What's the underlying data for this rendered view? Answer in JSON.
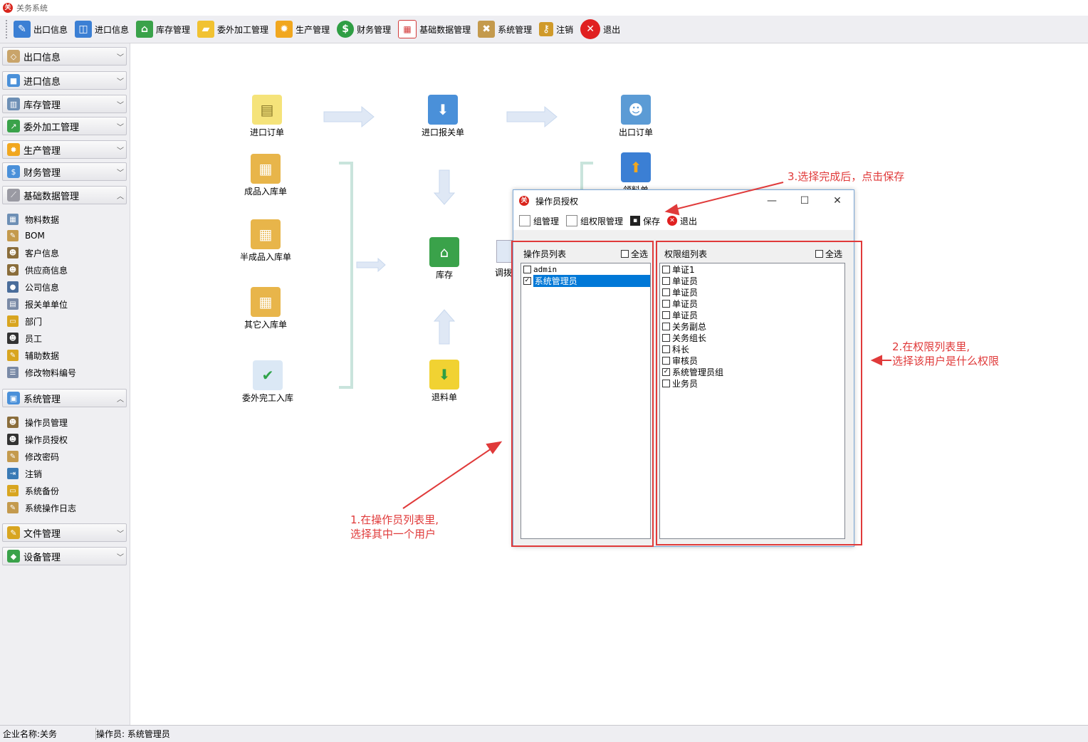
{
  "window": {
    "title": "关务系统"
  },
  "toolbar": {
    "items": [
      {
        "label": "出口信息",
        "icon": "edit-icon",
        "color": "#3b7fd4"
      },
      {
        "label": "进口信息",
        "icon": "basket-icon",
        "color": "#3b7fd4"
      },
      {
        "label": "库存管理",
        "icon": "house-icon",
        "color": "#3aa24a"
      },
      {
        "label": "委外加工管理",
        "icon": "folder-icon",
        "color": "#f1c232"
      },
      {
        "label": "生产管理",
        "icon": "gear-icon",
        "color": "#f1a71f"
      },
      {
        "label": "财务管理",
        "icon": "dollar-icon",
        "color": "#2f9e44"
      },
      {
        "label": "基础数据管理",
        "icon": "calendar-icon",
        "color": "#d33b3b"
      },
      {
        "label": "系统管理",
        "icon": "tools-icon",
        "color": "#c49a4d"
      },
      {
        "label": "注销",
        "icon": "key-icon",
        "color": "#d09a2a"
      },
      {
        "label": "退出",
        "icon": "close-icon",
        "color": "#e02020"
      }
    ]
  },
  "sidebar": {
    "groups": [
      {
        "label": "出口信息",
        "icon": "tag-icon",
        "expanded": false
      },
      {
        "label": "进口信息",
        "icon": "box-icon",
        "expanded": false
      },
      {
        "label": "库存管理",
        "icon": "warehouse-icon",
        "expanded": false
      },
      {
        "label": "委外加工管理",
        "icon": "chart-icon",
        "expanded": false
      },
      {
        "label": "生产管理",
        "icon": "gear-icon",
        "expanded": false
      },
      {
        "label": "财务管理",
        "icon": "money-icon",
        "expanded": false
      },
      {
        "label": "基础数据管理",
        "icon": "ruler-icon",
        "expanded": true
      },
      {
        "label": "系统管理",
        "icon": "window-icon",
        "expanded": true
      },
      {
        "label": "文件管理",
        "icon": "pencil-icon",
        "expanded": false
      },
      {
        "label": "设备管理",
        "icon": "device-icon",
        "expanded": false
      }
    ],
    "basic_items": [
      "物料数据",
      "BOM",
      "客户信息",
      "供应商信息",
      "公司信息",
      "报关单单位",
      "部门",
      "员工",
      "辅助数据",
      "修改物料编号"
    ],
    "system_items": [
      "操作员管理",
      "操作员授权",
      "修改密码",
      "注销",
      "系统备份",
      "系统操作日志"
    ]
  },
  "flow": {
    "nodes": {
      "import_order": "进口订单",
      "import_declaration": "进口报关单",
      "export_order": "出口订单",
      "finished_in": "成品入库单",
      "semi_in": "半成品入库单",
      "other_in": "其它入库单",
      "outsource_in": "委外完工入库",
      "inventory": "库存",
      "return": "退料单",
      "material_partial": "领料单",
      "transfer_partial": "调拨"
    }
  },
  "dialog": {
    "title": "操作员授权",
    "tools": {
      "group": "组管理",
      "group_perm": "组权限管理",
      "save": "保存",
      "exit": "退出"
    },
    "operator_panel": {
      "title": "操作员列表",
      "select_all": "全选",
      "items": [
        {
          "label": "admin",
          "checked": false,
          "selected": false
        },
        {
          "label": "系统管理员",
          "checked": true,
          "selected": true
        }
      ]
    },
    "group_panel": {
      "title": "权限组列表",
      "select_all": "全选",
      "items": [
        {
          "label": "单证1",
          "checked": false
        },
        {
          "label": "单证员",
          "checked": false
        },
        {
          "label": "单证员",
          "checked": false
        },
        {
          "label": "单证员",
          "checked": false
        },
        {
          "label": "单证员",
          "checked": false
        },
        {
          "label": "关务副总",
          "checked": false
        },
        {
          "label": "关务组长",
          "checked": false
        },
        {
          "label": "科长",
          "checked": false
        },
        {
          "label": "审核员",
          "checked": false
        },
        {
          "label": "系统管理员组",
          "checked": true
        },
        {
          "label": "业务员",
          "checked": false
        }
      ]
    }
  },
  "annotations": {
    "step1_line1": "1.在操作员列表里,",
    "step1_line2": "选择其中一个用户",
    "step2_line1": "2.在权限列表里,",
    "step2_line2": "选择该用户是什么权限",
    "step3": "3.选择完成后，点击保存"
  },
  "status": {
    "company_label": "企业名称:关务",
    "operator_label": "操作员: 系统管理员"
  }
}
